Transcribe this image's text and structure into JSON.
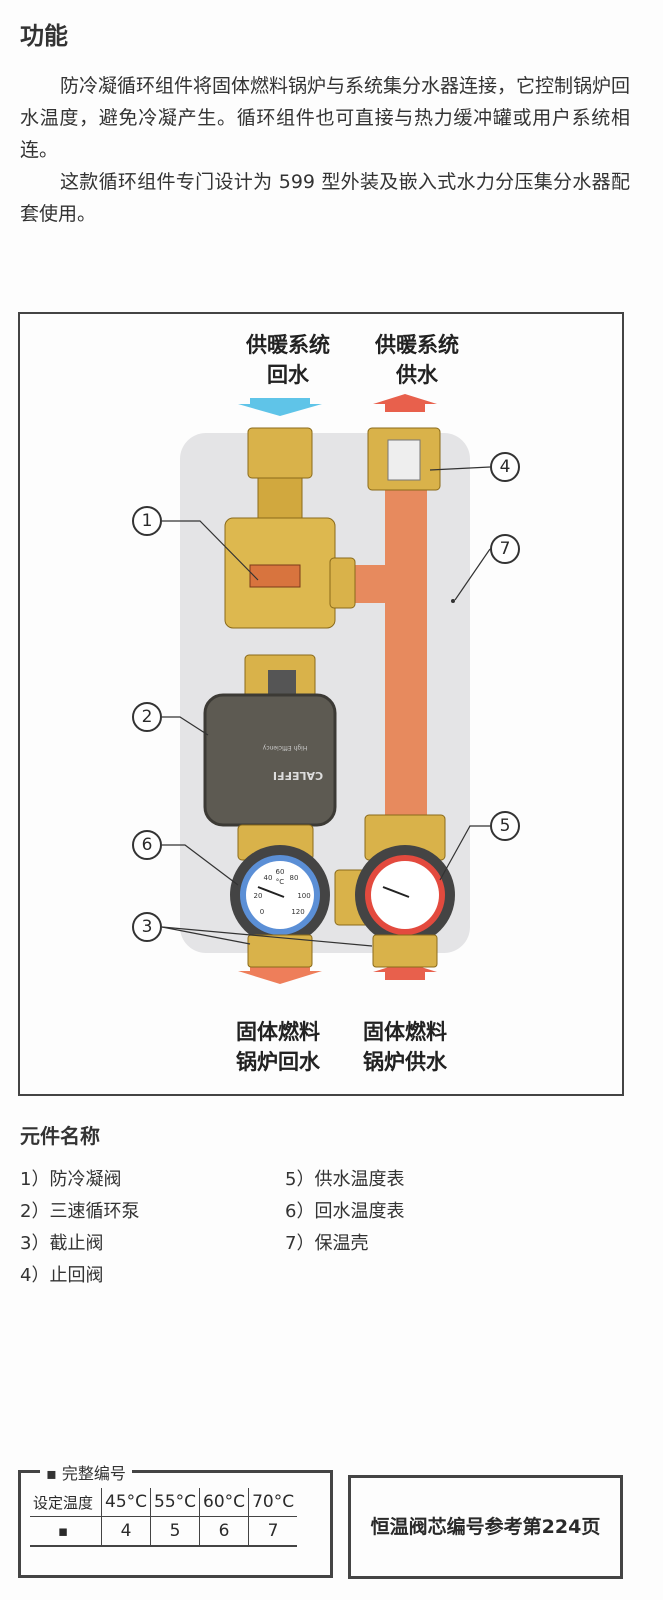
{
  "section_title": "功能",
  "paragraphs": [
    "防冷凝循环组件将固体燃料锅炉与系统集分水器连接，它控制锅炉回水温度，避免冷凝产生。循环组件也可直接与热力缓冲罐或用户系统相连。",
    "这款循环组件专门设计为 599 型外装及嵌入式水力分压集分水器配套使用。"
  ],
  "diagram": {
    "top_left_label": [
      "供暖系统",
      "回水"
    ],
    "top_right_label": [
      "供暖系统",
      "供水"
    ],
    "bottom_left_label": [
      "固体燃料",
      "锅炉回水"
    ],
    "bottom_right_label": [
      "固体燃料",
      "锅炉供水"
    ],
    "pump_brand": "CALEFFI",
    "pump_text": "High Efficiency",
    "gauge_ticks": [
      "0",
      "20",
      "40",
      "60",
      "80",
      "100",
      "120"
    ],
    "gauge_unit": "°C",
    "callouts": [
      "1",
      "2",
      "3",
      "4",
      "5",
      "6",
      "7"
    ],
    "colors": {
      "cold": "#5fc4e8",
      "hot": "#e8604c",
      "insulation": "#e78a5e",
      "brass": "#d9b24a",
      "panel": "#e4e4e6"
    }
  },
  "components": {
    "title": "元件名称",
    "items": [
      "1）防冷凝阀",
      "2）三速循环泵",
      "3）截止阀",
      "4）止回阀",
      "5）供水温度表",
      "6）回水温度表",
      "7）保温壳"
    ]
  },
  "code_table": {
    "legend": "▪ 完整编号",
    "header": [
      "设定温度",
      "45°C",
      "55°C",
      "60°C",
      "70°C"
    ],
    "row": [
      "▪",
      "4",
      "5",
      "6",
      "7"
    ]
  },
  "reference_note": "恒温阀芯编号参考第224页"
}
